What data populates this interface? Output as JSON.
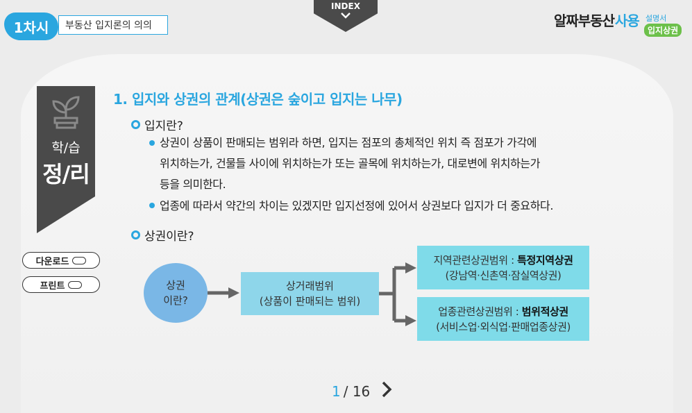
{
  "header": {
    "lesson_badge": "1차시",
    "lesson_title": "부동산 입지론의 의의",
    "index_label": "INDEX",
    "logo": {
      "part1": "알짜부동산",
      "part2": "사용",
      "part3": "설명서",
      "tag": "입지상권"
    }
  },
  "sidebar": {
    "summary_line1": "학/습",
    "summary_line2": "정/리",
    "download_label": "다운로드",
    "print_label": "프린트"
  },
  "content": {
    "heading": "1. 입지와 상권의 관계(상권은 숲이고 입지는 나무)",
    "q1": "입지란?",
    "bullet1_line1": "상권이 상품이 판매되는 범위라 하면, 입지는 점포의 총체적인 위치 즉 점포가 가각에",
    "bullet1_line2": "위치하는가, 건물들 사이에 위치하는가 또는 골목에 위치하는가, 대로변에 위치하는가",
    "bullet1_line3": "등을 의미한다.",
    "bullet2": "업종에 따라서 약간의 차이는 있겠지만 입지선정에 있어서 상권보다 입지가 더 중요하다.",
    "q2": "상권이란?"
  },
  "diagram": {
    "circle_line1": "상권",
    "circle_line2": "이란?",
    "mid_line1": "상거래범위",
    "mid_line2": "(상품이 판매되는 범위)",
    "top_prefix": "지역관련상권범위 : ",
    "top_bold": "특정지역상권",
    "top_line2": "(강남역·신촌역·잠실역상권)",
    "bottom_prefix": "업종관련상권범위 : ",
    "bottom_bold": "범위적상권",
    "bottom_line2": "(서비스업·외식업·판매업종상권)"
  },
  "pager": {
    "current": "1",
    "total": "/ 16"
  },
  "colors": {
    "accent": "#2aa6df",
    "dark": "#4a4a4a",
    "circle": "#7ab7e6",
    "box": "#8ed6ea"
  }
}
